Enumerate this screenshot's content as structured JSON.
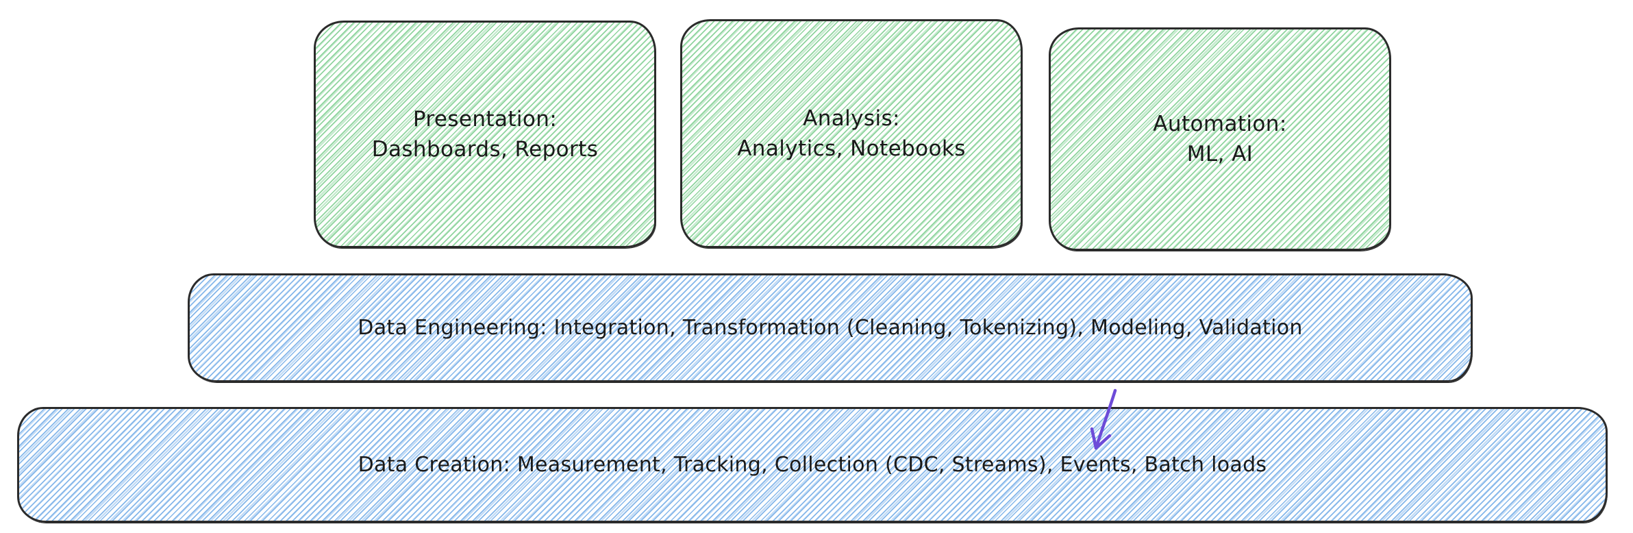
{
  "diagram": {
    "title": "data-platform-layers",
    "top_boxes": [
      {
        "id": "presentation",
        "line1": "Presentation:",
        "line2": "Dashboards, Reports"
      },
      {
        "id": "analysis",
        "line1": "Analysis:",
        "line2": "Analytics, Notebooks"
      },
      {
        "id": "automation",
        "line1": "Automation:",
        "line2": "ML, AI"
      }
    ],
    "bars": [
      {
        "id": "data-engineering",
        "label": "Data Engineering: Integration, Transformation (Cleaning, Tokenizing), Modeling, Validation"
      },
      {
        "id": "data-creation",
        "label": "Data Creation: Measurement, Tracking, Collection (CDC, Streams), Events, Batch loads"
      }
    ],
    "annotations": [
      {
        "id": "events-arrow",
        "type": "arrow",
        "points_to": "Events",
        "color": "#6d4bd8"
      }
    ],
    "colors": {
      "stroke": "#2b2b2b",
      "text": "#1a1a1a",
      "green_hatch": "#8fd49e",
      "green_hatch_light": "#c6ebcf",
      "blue_hatch": "#85b7ea",
      "blue_hatch_light": "#c3dcf6",
      "arrow": "#6d4bd8",
      "background": "#ffffff"
    }
  }
}
